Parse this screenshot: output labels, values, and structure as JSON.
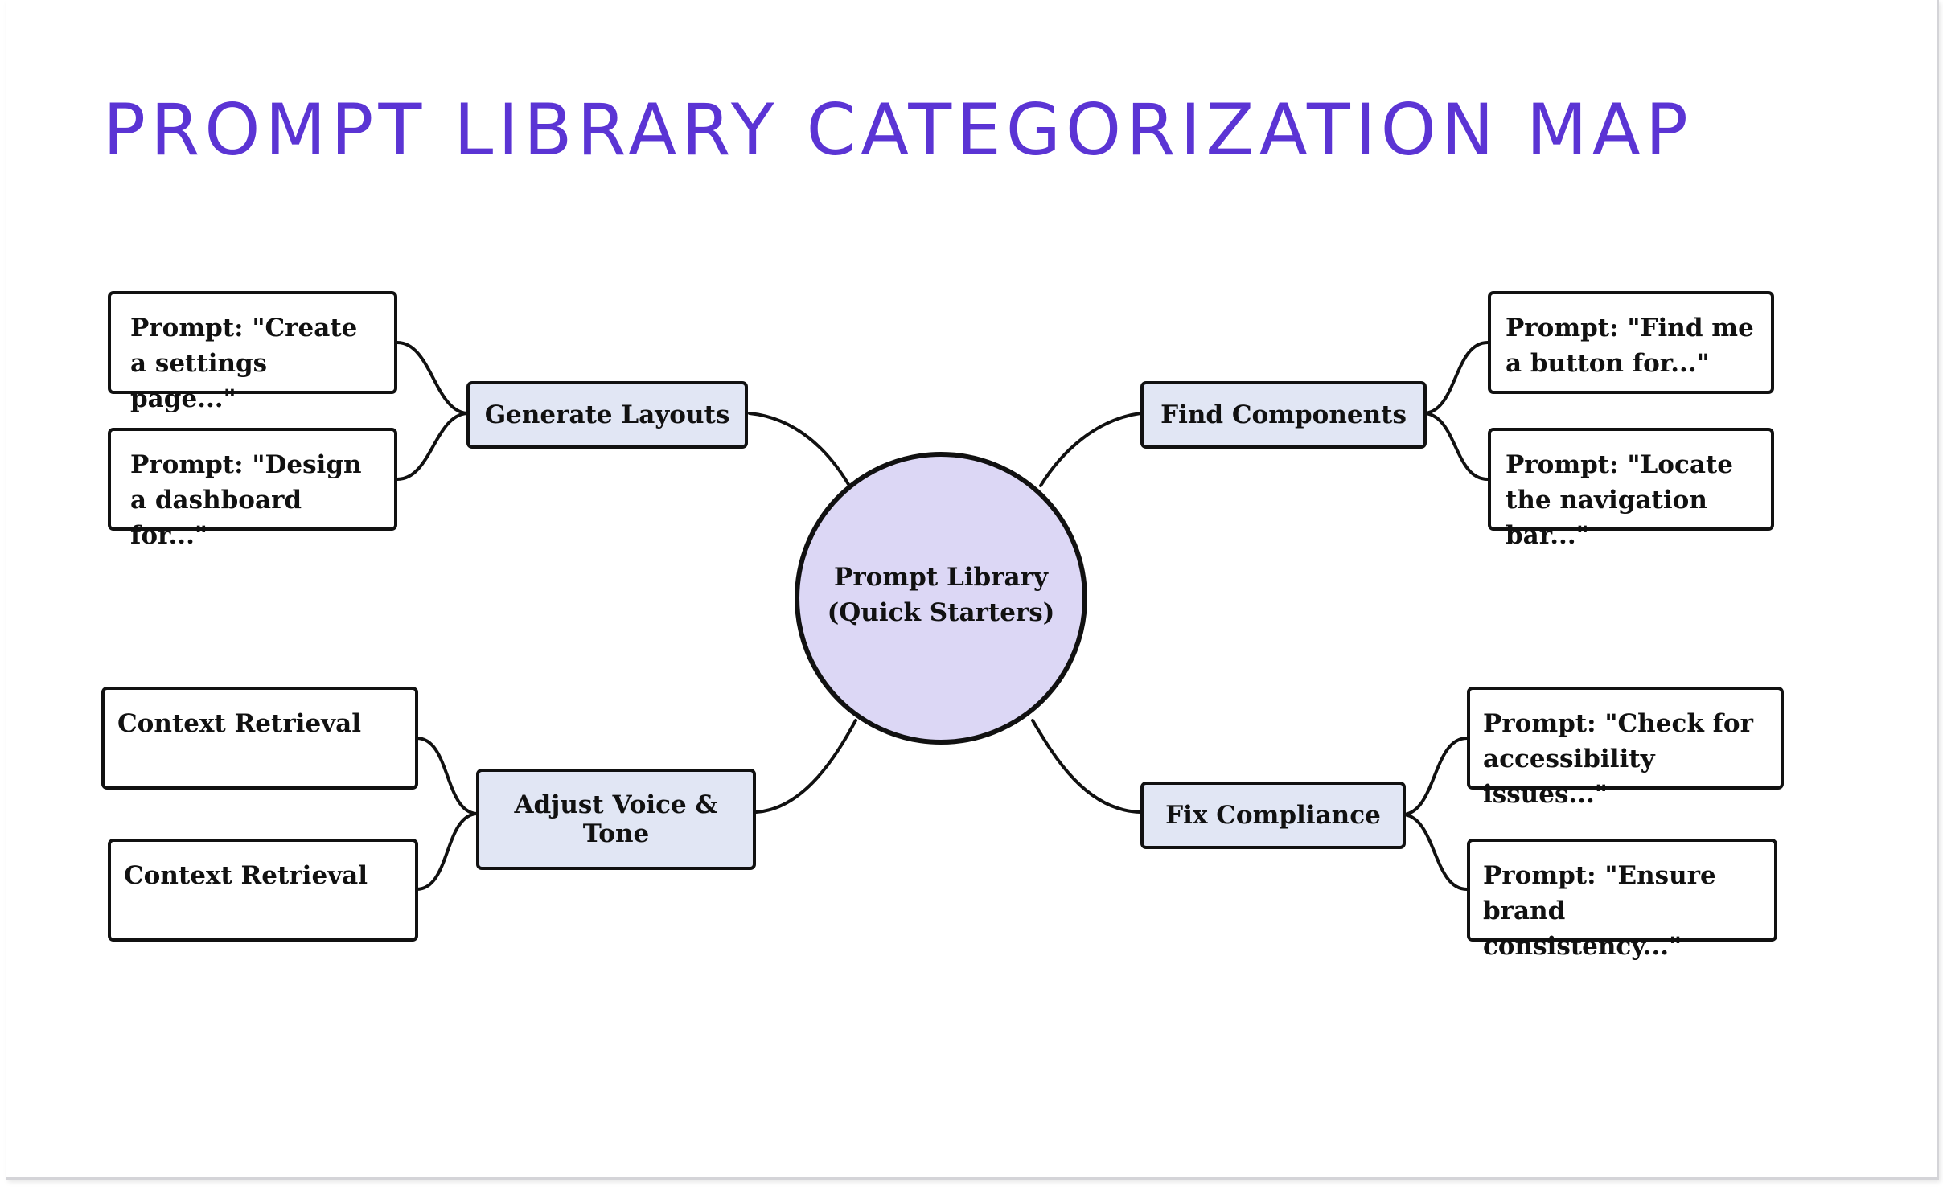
{
  "title": "PROMPT LIBRARY CATEGORIZATION MAP",
  "colors": {
    "title": "#5b34d4",
    "center_fill": "#dcd7f5",
    "category_fill": "#e1e6f4",
    "stroke": "#111111"
  },
  "center": {
    "label": "Prompt Library (Quick Starters)"
  },
  "categories": {
    "generate_layouts": {
      "label": "Generate Layouts",
      "items": [
        "Prompt: \"Create a settings page...\"",
        "Prompt: \"Design a dashboard for...\""
      ]
    },
    "find_components": {
      "label": "Find Components",
      "items": [
        "Prompt: \"Find me a button for...\"",
        "Prompt: \"Locate the navigation bar...\""
      ]
    },
    "adjust_voice_tone": {
      "label": "Adjust Voice & Tone",
      "items": [
        "Context Retrieval",
        "Context Retrieval"
      ]
    },
    "fix_compliance": {
      "label": "Fix Compliance",
      "items": [
        "Prompt: \"Check for accessibility issues...\"",
        "Prompt: \"Ensure brand consistency...\""
      ]
    }
  }
}
